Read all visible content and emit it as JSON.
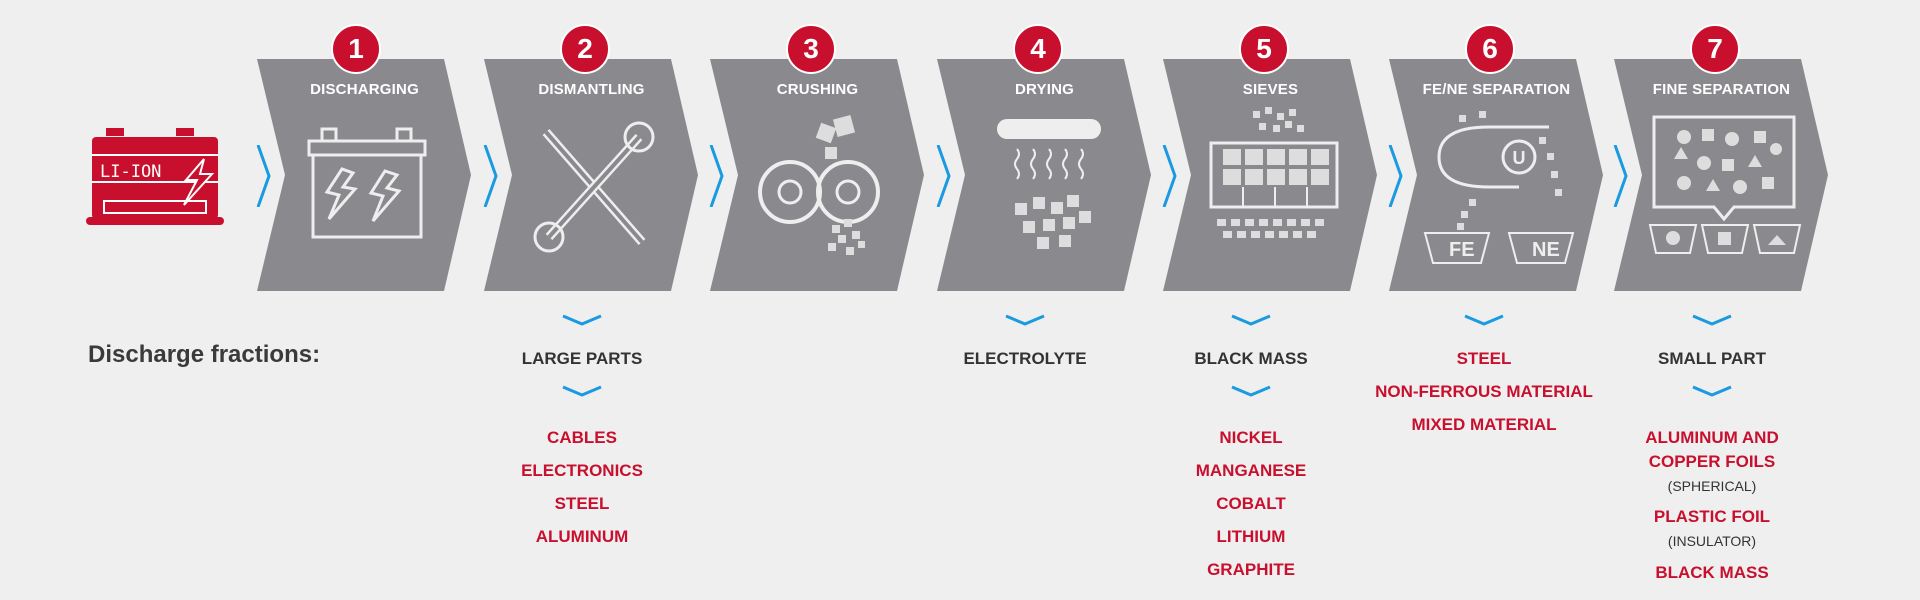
{
  "battery": {
    "label": "LI-ION"
  },
  "steps": [
    {
      "number": "1",
      "title": "DISCHARGING",
      "icon": "battery-discharge-icon"
    },
    {
      "number": "2",
      "title": "DISMANTLING",
      "icon": "tools-icon"
    },
    {
      "number": "3",
      "title": "CRUSHING",
      "icon": "crusher-icon"
    },
    {
      "number": "4",
      "title": "DRYING",
      "icon": "dryer-icon"
    },
    {
      "number": "5",
      "title": "SIEVES",
      "icon": "sieve-icon"
    },
    {
      "number": "6",
      "title": "FE/NE SEPARATION",
      "icon": "magnet-separation-icon",
      "bins": [
        "FE",
        "NE"
      ]
    },
    {
      "number": "7",
      "title": "FINE SEPARATION",
      "icon": "fine-separation-icon"
    }
  ],
  "fractions": {
    "title": "Discharge fractions:",
    "large_parts": {
      "label": "LARGE PARTS",
      "items": [
        "CABLES",
        "ELECTRONICS",
        "STEEL",
        "ALUMINUM"
      ]
    },
    "electrolyte": {
      "label": "ELECTROLYTE"
    },
    "black_mass": {
      "label": "BLACK MASS",
      "items": [
        "NICKEL",
        "MANGANESE",
        "COBALT",
        "LITHIUM",
        "GRAPHITE"
      ]
    },
    "fe_ne": {
      "items": [
        "STEEL",
        "NON-FERROUS MATERIAL",
        "MIXED MATERIAL"
      ]
    },
    "small_part": {
      "label": "SMALL PART",
      "item1a": "ALUMINUM AND",
      "item1b": "COPPER FOILS",
      "note1": "(SPHERICAL)",
      "item2": "PLASTIC FOIL",
      "note2": "(INSULATOR)",
      "item3": "BLACK MASS"
    }
  },
  "colors": {
    "panel": "#8a8a8e",
    "accent_red": "#c8102e",
    "arrow_blue": "#1a9ae0",
    "background": "#efefef"
  }
}
